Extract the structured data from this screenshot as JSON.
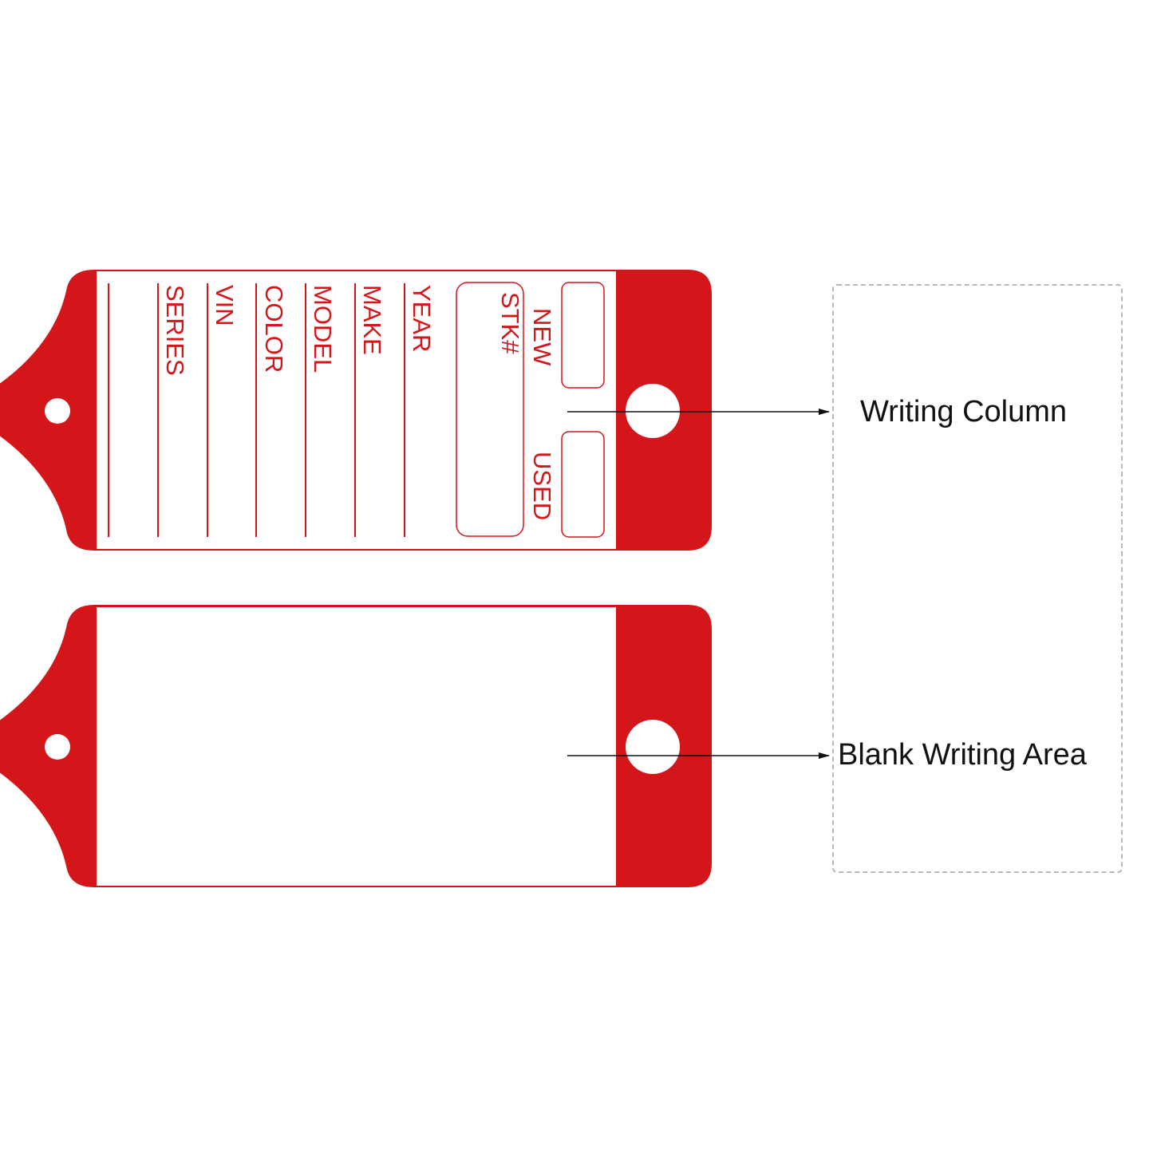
{
  "colors": {
    "tag_red": "#d4161b",
    "card_white": "#ffffff",
    "guide_dash": "#b5b9bd",
    "arrow": "#111111"
  },
  "front_tag": {
    "fields": [
      "YEAR",
      "MAKE",
      "MODEL",
      "COLOR",
      "VIN",
      "SERIES"
    ],
    "stock_label": "STK#",
    "new_label": "NEW",
    "used_label": "USED"
  },
  "back_tag": {},
  "callouts": {
    "writing_column": "Writing Column",
    "blank_writing_area": "Blank Writing Area"
  }
}
